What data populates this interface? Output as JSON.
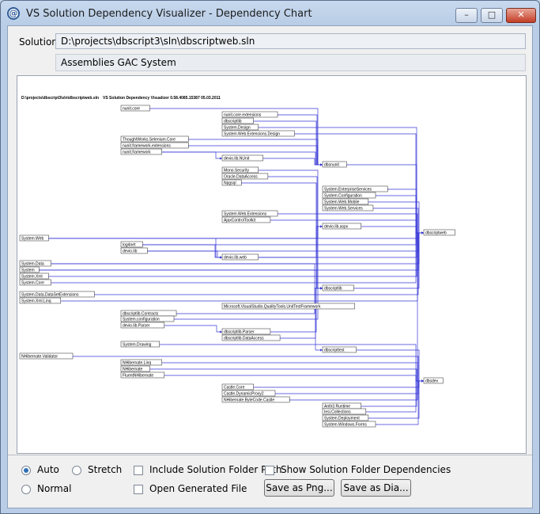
{
  "window": {
    "title": "VS Solution Dependency Visualizer - Dependency Chart",
    "icon_glyph": "@",
    "controls": {
      "minimize": "–",
      "maximize": "□",
      "close": "✕"
    }
  },
  "solution": {
    "label": "Solution",
    "path": "D:\\projects\\dbscript3\\sln\\dbscriptweb.sln",
    "assemblies_filter": "Assemblies GAC System"
  },
  "chart": {
    "header_path": "D:\\projects\\dbscript3\\sln\\dbscriptweb.sln",
    "header_info": "VS Solution Dependency Visualizer 0.58.4085.15387 05.03.2011",
    "link_color": "#3a3ad8",
    "nodes": [
      {
        "id": "nunit_core",
        "label": "nunit.core"
      },
      {
        "id": "nunit_core_ext",
        "label": "nunit.core.extensions"
      },
      {
        "id": "dbscriptlib",
        "label": "dbscriptlib"
      },
      {
        "id": "system_design",
        "label": "System.Design"
      },
      {
        "id": "system_web_ext_design",
        "label": "System.Web.Extensions.Design"
      },
      {
        "id": "thoughtworks",
        "label": "ThoughtWorks.Selenium.Core"
      },
      {
        "id": "nunit_fw_ext",
        "label": "nunit.framework.extensions"
      },
      {
        "id": "nunit_fw",
        "label": "nunit.framework"
      },
      {
        "id": "devio_nunit",
        "label": "devio.lib.NUnit"
      },
      {
        "id": "dbsnunit",
        "label": "dbsnunit"
      },
      {
        "id": "mvsecurity",
        "label": "Mono.Security"
      },
      {
        "id": "oracle_da",
        "label": "Oracle.DataAccess"
      },
      {
        "id": "npgsql",
        "label": "Npgsql"
      },
      {
        "id": "sys_enterprise",
        "label": "System.EnterpriseServices"
      },
      {
        "id": "sys_configuration",
        "label": "System.Configuration"
      },
      {
        "id": "sys_web_mobile",
        "label": "System.Web.Mobile"
      },
      {
        "id": "sys_web_services",
        "label": "System.Web.Services"
      },
      {
        "id": "sys_web_extensions",
        "label": "System.Web.Extensions"
      },
      {
        "id": "ajax_toolkit",
        "label": "AjaxControlToolkit"
      },
      {
        "id": "devio_aspx",
        "label": "devio.lib.aspx"
      },
      {
        "id": "dbscriptweb",
        "label": "dbscriptweb"
      },
      {
        "id": "system_web",
        "label": "System.Web"
      },
      {
        "id": "log4net",
        "label": "log4net"
      },
      {
        "id": "devio_lib",
        "label": "devio.lib"
      },
      {
        "id": "devio_web",
        "label": "devio.lib.web"
      },
      {
        "id": "system_data",
        "label": "System.Data"
      },
      {
        "id": "system",
        "label": "System"
      },
      {
        "id": "system_xml",
        "label": "System.Xml"
      },
      {
        "id": "system_core",
        "label": "System.Core"
      },
      {
        "id": "dbscriptlib2",
        "label": "dbscriptlib"
      },
      {
        "id": "sys_data_dse",
        "label": "System.Data.DataSetExtensions"
      },
      {
        "id": "sys_xml_linq",
        "label": "System.Xml.Linq"
      },
      {
        "id": "ms_vs_qt",
        "label": "Microsoft.VisualStudio.QualityTools.UnitTestFramework"
      },
      {
        "id": "dbslib_contracts",
        "label": "dbscriptlib.Contracts"
      },
      {
        "id": "system_configuration2",
        "label": "System.configuration"
      },
      {
        "id": "devio_parser",
        "label": "devio.lib.Parser"
      },
      {
        "id": "dbslib_parser",
        "label": "dbscriptlib.Parser"
      },
      {
        "id": "dbslib_da",
        "label": "dbscriptlib.DataAccess"
      },
      {
        "id": "system_drawing",
        "label": "System.Drawing"
      },
      {
        "id": "dbscripttest",
        "label": "dbscripttest"
      },
      {
        "id": "nh_validator",
        "label": "NHibernate.Validator"
      },
      {
        "id": "nh_linq",
        "label": "NHibernate.Linq"
      },
      {
        "id": "nhibernate",
        "label": "NHibernate"
      },
      {
        "id": "fluent_nh",
        "label": "FluentNHibernate"
      },
      {
        "id": "dbsdev",
        "label": "dbsdev"
      },
      {
        "id": "castle_core",
        "label": "Castle.Core"
      },
      {
        "id": "castle_dp",
        "label": "Castle.DynamicProxy2"
      },
      {
        "id": "nh_bytecode",
        "label": "NHibernate.ByteCode.Castle"
      },
      {
        "id": "antlr3",
        "label": "Antlr3.Runtime"
      },
      {
        "id": "iesi",
        "label": "Iesi.Collections"
      },
      {
        "id": "sys_deployment",
        "label": "System.Deployment"
      },
      {
        "id": "sys_winforms",
        "label": "System.Windows.Forms"
      }
    ]
  },
  "options": {
    "auto": "Auto",
    "stretch": "Stretch",
    "normal": "Normal",
    "include_folder_path": "Include Solution Folder Path",
    "show_folder_deps": "Show Solution Folder Dependencies",
    "open_generated": "Open Generated File",
    "selected_layout": "Auto"
  },
  "buttons": {
    "save_png": "Save as Png...",
    "save_dia": "Save as Dia..."
  }
}
